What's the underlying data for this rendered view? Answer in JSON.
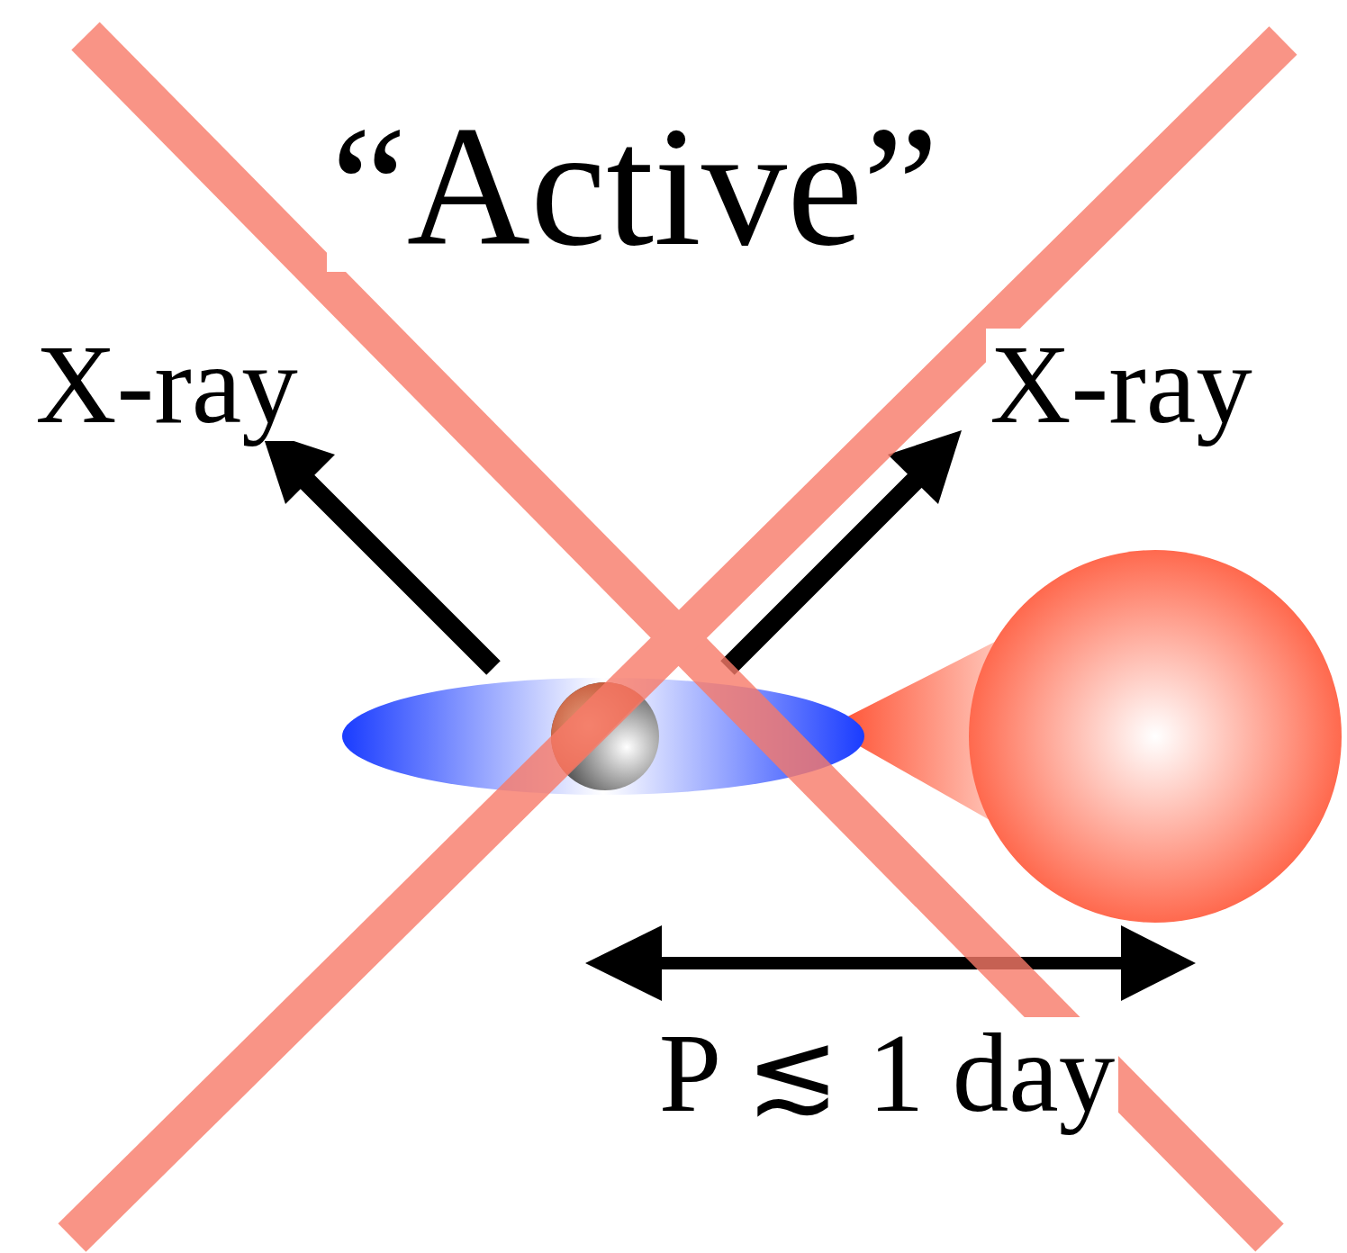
{
  "diagram": {
    "title": "“Active”",
    "labels": [
      "X-ray",
      "X-ray",
      "P ≲ 1 day"
    ]
  }
}
